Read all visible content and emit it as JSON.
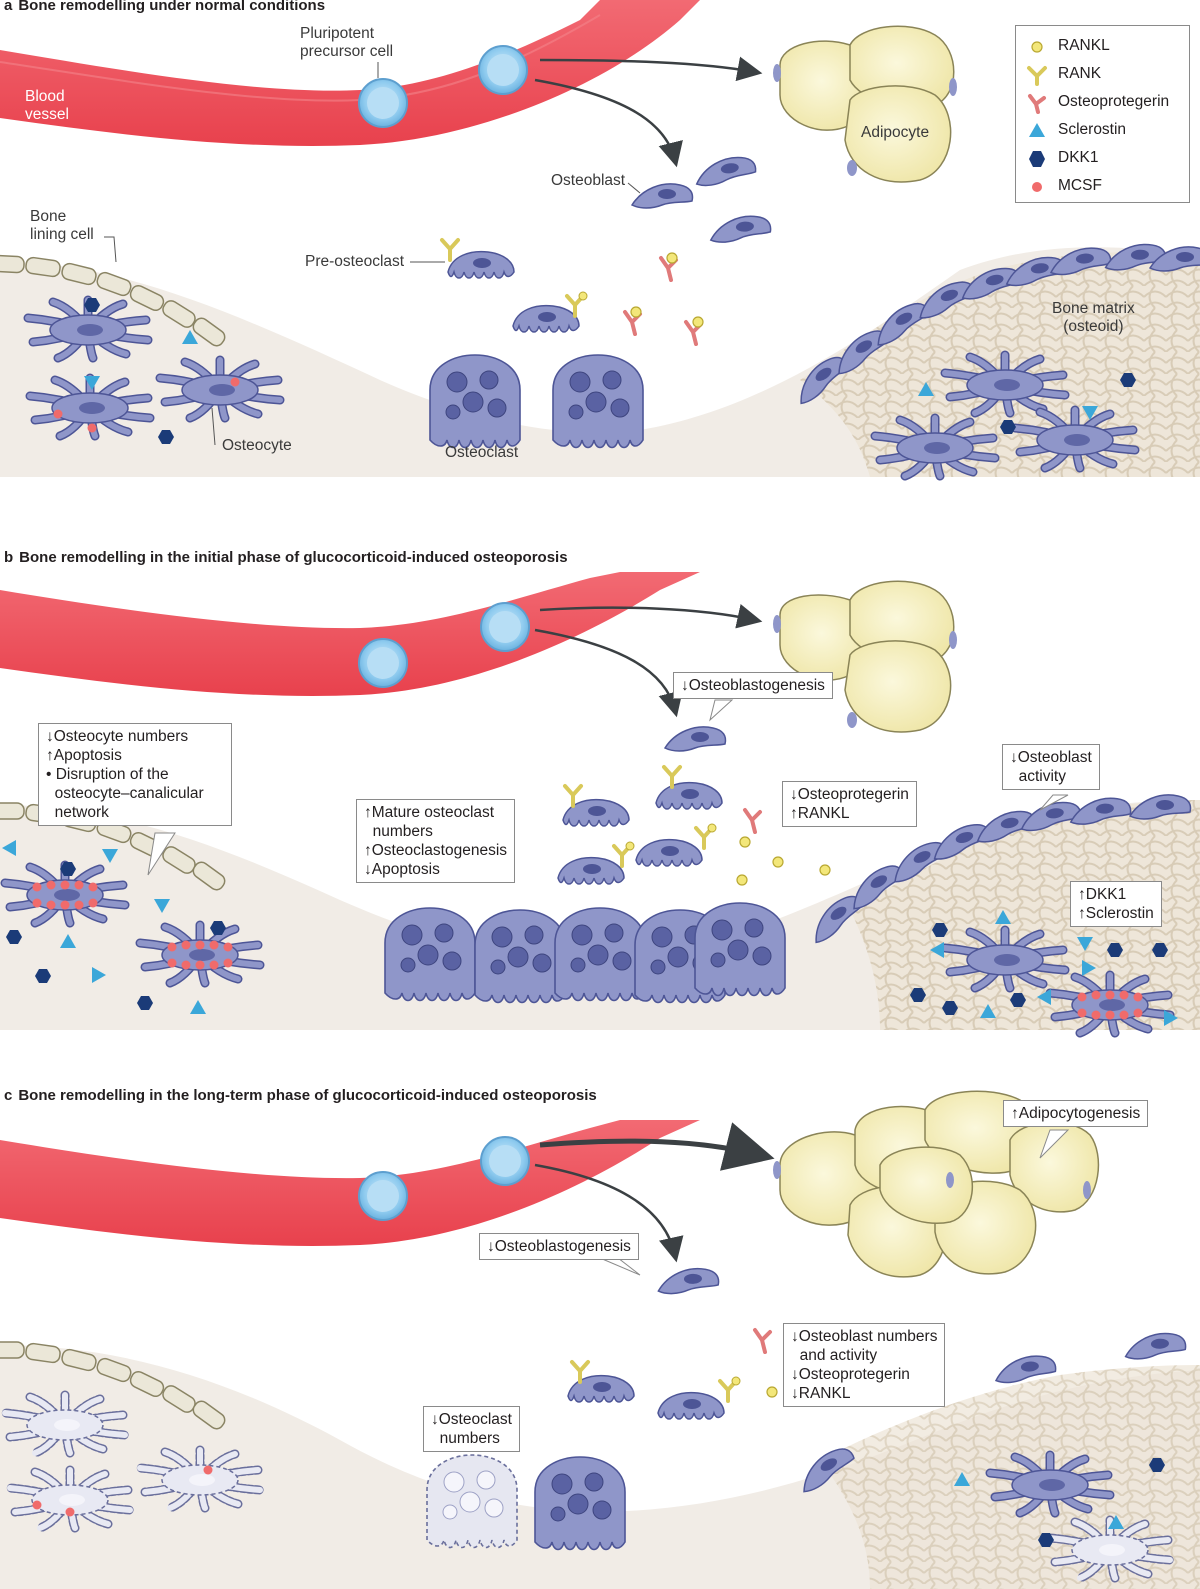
{
  "panels": {
    "a": {
      "letter": "a",
      "title": "Bone remodelling under normal conditions"
    },
    "b": {
      "letter": "b",
      "title": "Bone remodelling in the initial phase of glucocorticoid-induced osteoporosis"
    },
    "c": {
      "letter": "c",
      "title": "Bone remodelling in the long-term phase of glucocorticoid-induced osteoporosis"
    }
  },
  "labels": {
    "pluripotent_line1": "Pluripotent",
    "pluripotent_line2": "precursor cell",
    "blood_line1": "Blood",
    "blood_line2": "vessel",
    "adipocyte": "Adipocyte",
    "osteoblast": "Osteoblast",
    "bone_lining_line1": "Bone",
    "bone_lining_line2": "lining cell",
    "pre_osteoclast": "Pre-osteoclast",
    "bone_matrix_line1": "Bone matrix",
    "bone_matrix_line2": "(osteoid)",
    "osteocyte": "Osteocyte",
    "osteoclast": "Osteoclast"
  },
  "legend": [
    {
      "label": "RANKL",
      "icon": "rankl-dot",
      "color": "#f3e77a"
    },
    {
      "label": "RANK",
      "icon": "rank-receptor",
      "color": "#f0e07a"
    },
    {
      "label": "Osteoprotegerin",
      "icon": "opg-receptor",
      "color": "#e58585"
    },
    {
      "label": "Sclerostin",
      "icon": "sclerostin-triangle",
      "color": "#3ba7d9"
    },
    {
      "label": "DKK1",
      "icon": "dkk1-hexagon",
      "color": "#1b3b78"
    },
    {
      "label": "MCSF",
      "icon": "mcsf-dot",
      "color": "#f06b6b"
    }
  ],
  "callouts_b": {
    "osteoblastogenesis": "↓Osteoblastogenesis",
    "osteocyte_line1": "↓Osteocyte numbers",
    "osteocyte_line2": "↑Apoptosis",
    "osteocyte_line3": "• Disruption of the",
    "osteocyte_line4": "  osteocyte–canalicular",
    "osteocyte_line5": "  network",
    "osteoclast_line1": "↑Mature osteoclast",
    "osteoclast_line2": "  numbers",
    "osteoclast_line3": "↑Osteoclastogenesis",
    "osteoclast_line4": "↓Apoptosis",
    "opg_line1": "↓Osteoprotegerin",
    "opg_line2": "↑RANKL",
    "ob_activity_line1": "↓Osteoblast",
    "ob_activity_line2": "  activity",
    "dkk_line1": "↑DKK1",
    "dkk_line2": "↑Sclerostin"
  },
  "callouts_c": {
    "adipocytogenesis": "↑Adipocytogenesis",
    "osteoblastogenesis": "↓Osteoblastogenesis",
    "ob_line1": "↓Osteoblast numbers",
    "ob_line2": "  and activity",
    "ob_line3": "↓Osteoprotegerin",
    "ob_line4": "↓RANKL",
    "oc_line1": "↓Osteoclast",
    "oc_line2": "  numbers"
  },
  "colors": {
    "vessel": "#ef5560",
    "vessel_dark": "#d9434f",
    "bone": "#f1ece6",
    "cell": "#8f96c9",
    "cell_dark": "#4d5596",
    "adipocyte": "#f7f2c4",
    "precursor": "#a9d7f2"
  }
}
